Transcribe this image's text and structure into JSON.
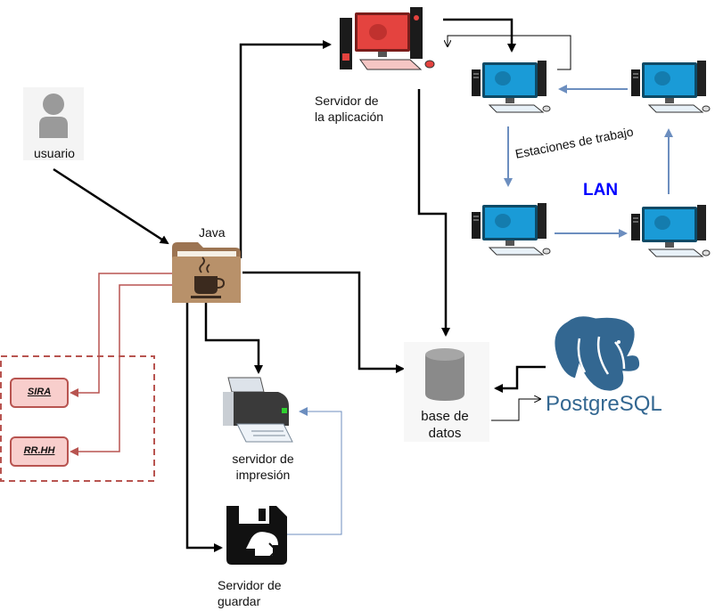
{
  "nodes": {
    "usuario": "usuario",
    "java": "Java",
    "app_server": [
      "Servidor de",
      "la aplicación"
    ],
    "workstations": "Estaciones de trabajo",
    "lan": "LAN",
    "database": [
      "base de",
      "datos"
    ],
    "postgres": "PostgreSQL",
    "print_server": [
      "servidor de",
      "impresión"
    ],
    "backup_server": [
      "Servidor de",
      "guardar"
    ],
    "sira": "SIRA",
    "rrhh": "RR.HH"
  },
  "colors": {
    "arrow_black": "#000000",
    "arrow_blue": "#6c8ebf",
    "arrow_red": "#b85450",
    "red_box_fill": "#f8cecc",
    "lan_text": "#0000ff",
    "folder": "#b58a62",
    "postgres_blue": "#336791",
    "monitor_blue": "#1a9bd7",
    "monitor_red": "#e4433f"
  },
  "icons": [
    "user-icon",
    "java-folder-icon",
    "server-computer-icon",
    "workstation-icon",
    "database-icon",
    "postgresql-elephant-icon",
    "printer-icon",
    "save-disk-icon"
  ]
}
